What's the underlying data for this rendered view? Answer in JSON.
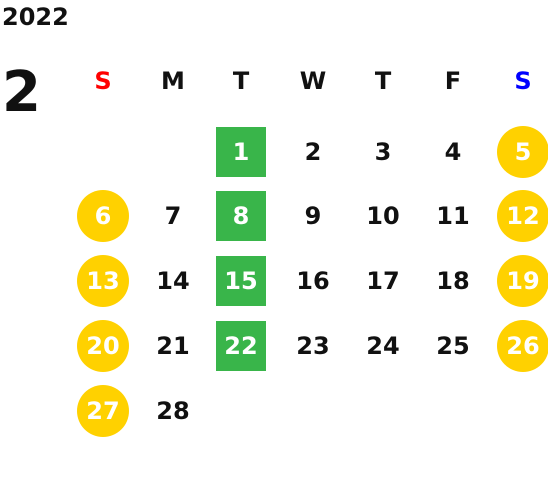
{
  "calendar": {
    "year": "2022",
    "month": "2",
    "weekdays": [
      {
        "label": "S",
        "color": "#ff0000"
      },
      {
        "label": "M",
        "color": "#111111"
      },
      {
        "label": "T",
        "color": "#111111"
      },
      {
        "label": "W",
        "color": "#111111"
      },
      {
        "label": "T",
        "color": "#111111"
      },
      {
        "label": "F",
        "color": "#111111"
      },
      {
        "label": "S",
        "color": "#0000ff"
      }
    ],
    "weeks": [
      [
        {
          "day": "",
          "highlight": null
        },
        {
          "day": "",
          "highlight": null
        },
        {
          "day": "1",
          "highlight": "green"
        },
        {
          "day": "2",
          "highlight": null
        },
        {
          "day": "3",
          "highlight": null
        },
        {
          "day": "4",
          "highlight": null
        },
        {
          "day": "5",
          "highlight": "yellow"
        }
      ],
      [
        {
          "day": "6",
          "highlight": "yellow"
        },
        {
          "day": "7",
          "highlight": null
        },
        {
          "day": "8",
          "highlight": "green"
        },
        {
          "day": "9",
          "highlight": null
        },
        {
          "day": "10",
          "highlight": null
        },
        {
          "day": "11",
          "highlight": null
        },
        {
          "day": "12",
          "highlight": "yellow"
        }
      ],
      [
        {
          "day": "13",
          "highlight": "yellow"
        },
        {
          "day": "14",
          "highlight": null
        },
        {
          "day": "15",
          "highlight": "green"
        },
        {
          "day": "16",
          "highlight": null
        },
        {
          "day": "17",
          "highlight": null
        },
        {
          "day": "18",
          "highlight": null
        },
        {
          "day": "19",
          "highlight": "yellow"
        }
      ],
      [
        {
          "day": "20",
          "highlight": "yellow"
        },
        {
          "day": "21",
          "highlight": null
        },
        {
          "day": "22",
          "highlight": "green"
        },
        {
          "day": "23",
          "highlight": null
        },
        {
          "day": "24",
          "highlight": null
        },
        {
          "day": "25",
          "highlight": null
        },
        {
          "day": "26",
          "highlight": "yellow"
        }
      ],
      [
        {
          "day": "27",
          "highlight": "yellow"
        },
        {
          "day": "28",
          "highlight": null
        },
        {
          "day": "",
          "highlight": null
        },
        {
          "day": "",
          "highlight": null
        },
        {
          "day": "",
          "highlight": null
        },
        {
          "day": "",
          "highlight": null
        },
        {
          "day": "",
          "highlight": null
        }
      ]
    ],
    "colors": {
      "green_highlight": "#39b54a",
      "yellow_highlight": "#ffd100",
      "text": "#111111",
      "highlight_text": "#ffffff"
    }
  }
}
